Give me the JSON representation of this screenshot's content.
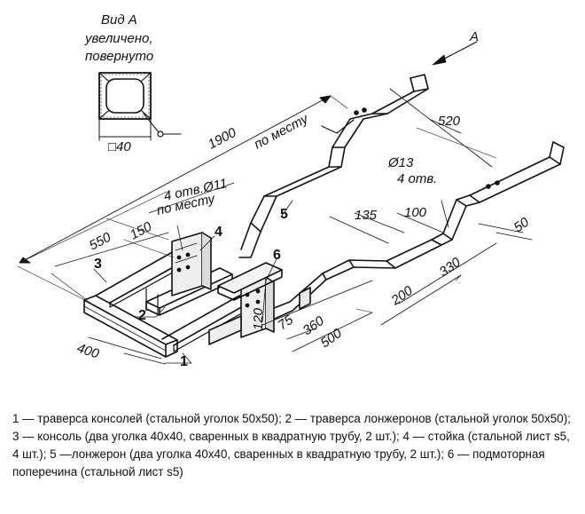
{
  "view": {
    "title": "Вид А",
    "line1": "увеличено,",
    "line2": "повернуто",
    "section_size": "□40",
    "arrow_label": "А"
  },
  "dimensions": {
    "d1900": "1900",
    "po_mestu_top": "по месту",
    "d520": "520",
    "hole_d13": "Ø13",
    "holes_4": "4 отв.",
    "holes_d11": "4 отв.Ø11",
    "po_mestu_mid": "по месту",
    "d550": "550",
    "d150": "150",
    "d135": "135",
    "d100": "100",
    "d50": "50",
    "d120": "120",
    "d75": "75",
    "d360": "360",
    "d500": "500",
    "d200": "200",
    "d330": "330",
    "d400": "400"
  },
  "callouts": [
    "1",
    "2",
    "3",
    "4",
    "5",
    "6"
  ],
  "caption": "1 — траверса консолей (стальной уголок 50x50); 2 — траверса лонжеронов (стальной уголок 50x50); 3 — консоль (два уголка 40x40, сваренных в квадратную трубу, 2 шт.); 4 — стойка (стальной лист s5, 4 шт.); 5 —лонжерон (два уголка 40x40, сваренных в квадратную трубу, 2 шт.); 6 — подмоторная поперечина (стальной лист s5)"
}
